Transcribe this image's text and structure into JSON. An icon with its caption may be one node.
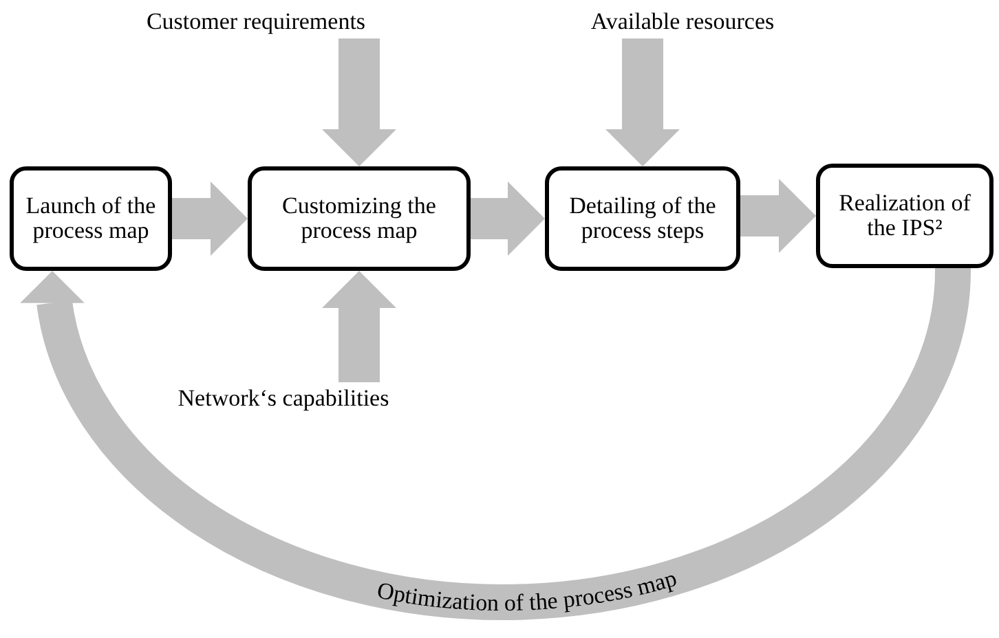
{
  "diagram": {
    "nodes": [
      {
        "text": [
          "Launch of the process map"
        ]
      },
      {
        "text": [
          "Customizing the process map"
        ]
      },
      {
        "text": [
          "Detailing of the process steps"
        ]
      },
      {
        "text": [
          "Realization of the IPS²"
        ]
      },
      {
        "text": [
          "Customer requirements"
        ]
      },
      {
        "text": [
          "Available resources"
        ]
      },
      {
        "text": [
          "Network‘s capabilities"
        ]
      }
    ],
    "edges": [
      {
        "from": 0,
        "to": 1,
        "arrow": "to"
      },
      {
        "from": 1,
        "to": 2,
        "arrow": "to"
      },
      {
        "from": 2,
        "to": 3,
        "arrow": "to"
      },
      {
        "from": 4,
        "to": 1,
        "arrow": "to"
      },
      {
        "from": 5,
        "to": 2,
        "arrow": "to"
      },
      {
        "from": 6,
        "to": 1,
        "arrow": "to"
      },
      {
        "from": 3,
        "to": 0,
        "arrow": "to",
        "label": "Optimization of the process map"
      }
    ]
  }
}
